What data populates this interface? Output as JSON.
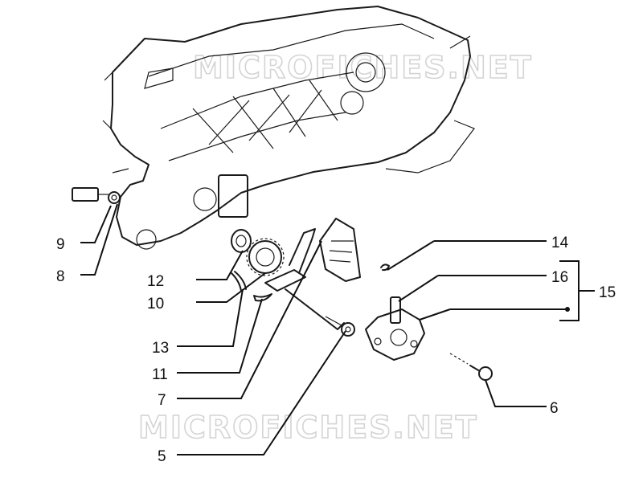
{
  "watermark": "MICROFICHES.NET",
  "callouts": {
    "c5": "5",
    "c6": "6",
    "c7": "7",
    "c8": "8",
    "c9": "9",
    "c10": "10",
    "c11": "11",
    "c12": "12",
    "c13": "13",
    "c14": "14",
    "c15": "15",
    "c16": "16"
  }
}
